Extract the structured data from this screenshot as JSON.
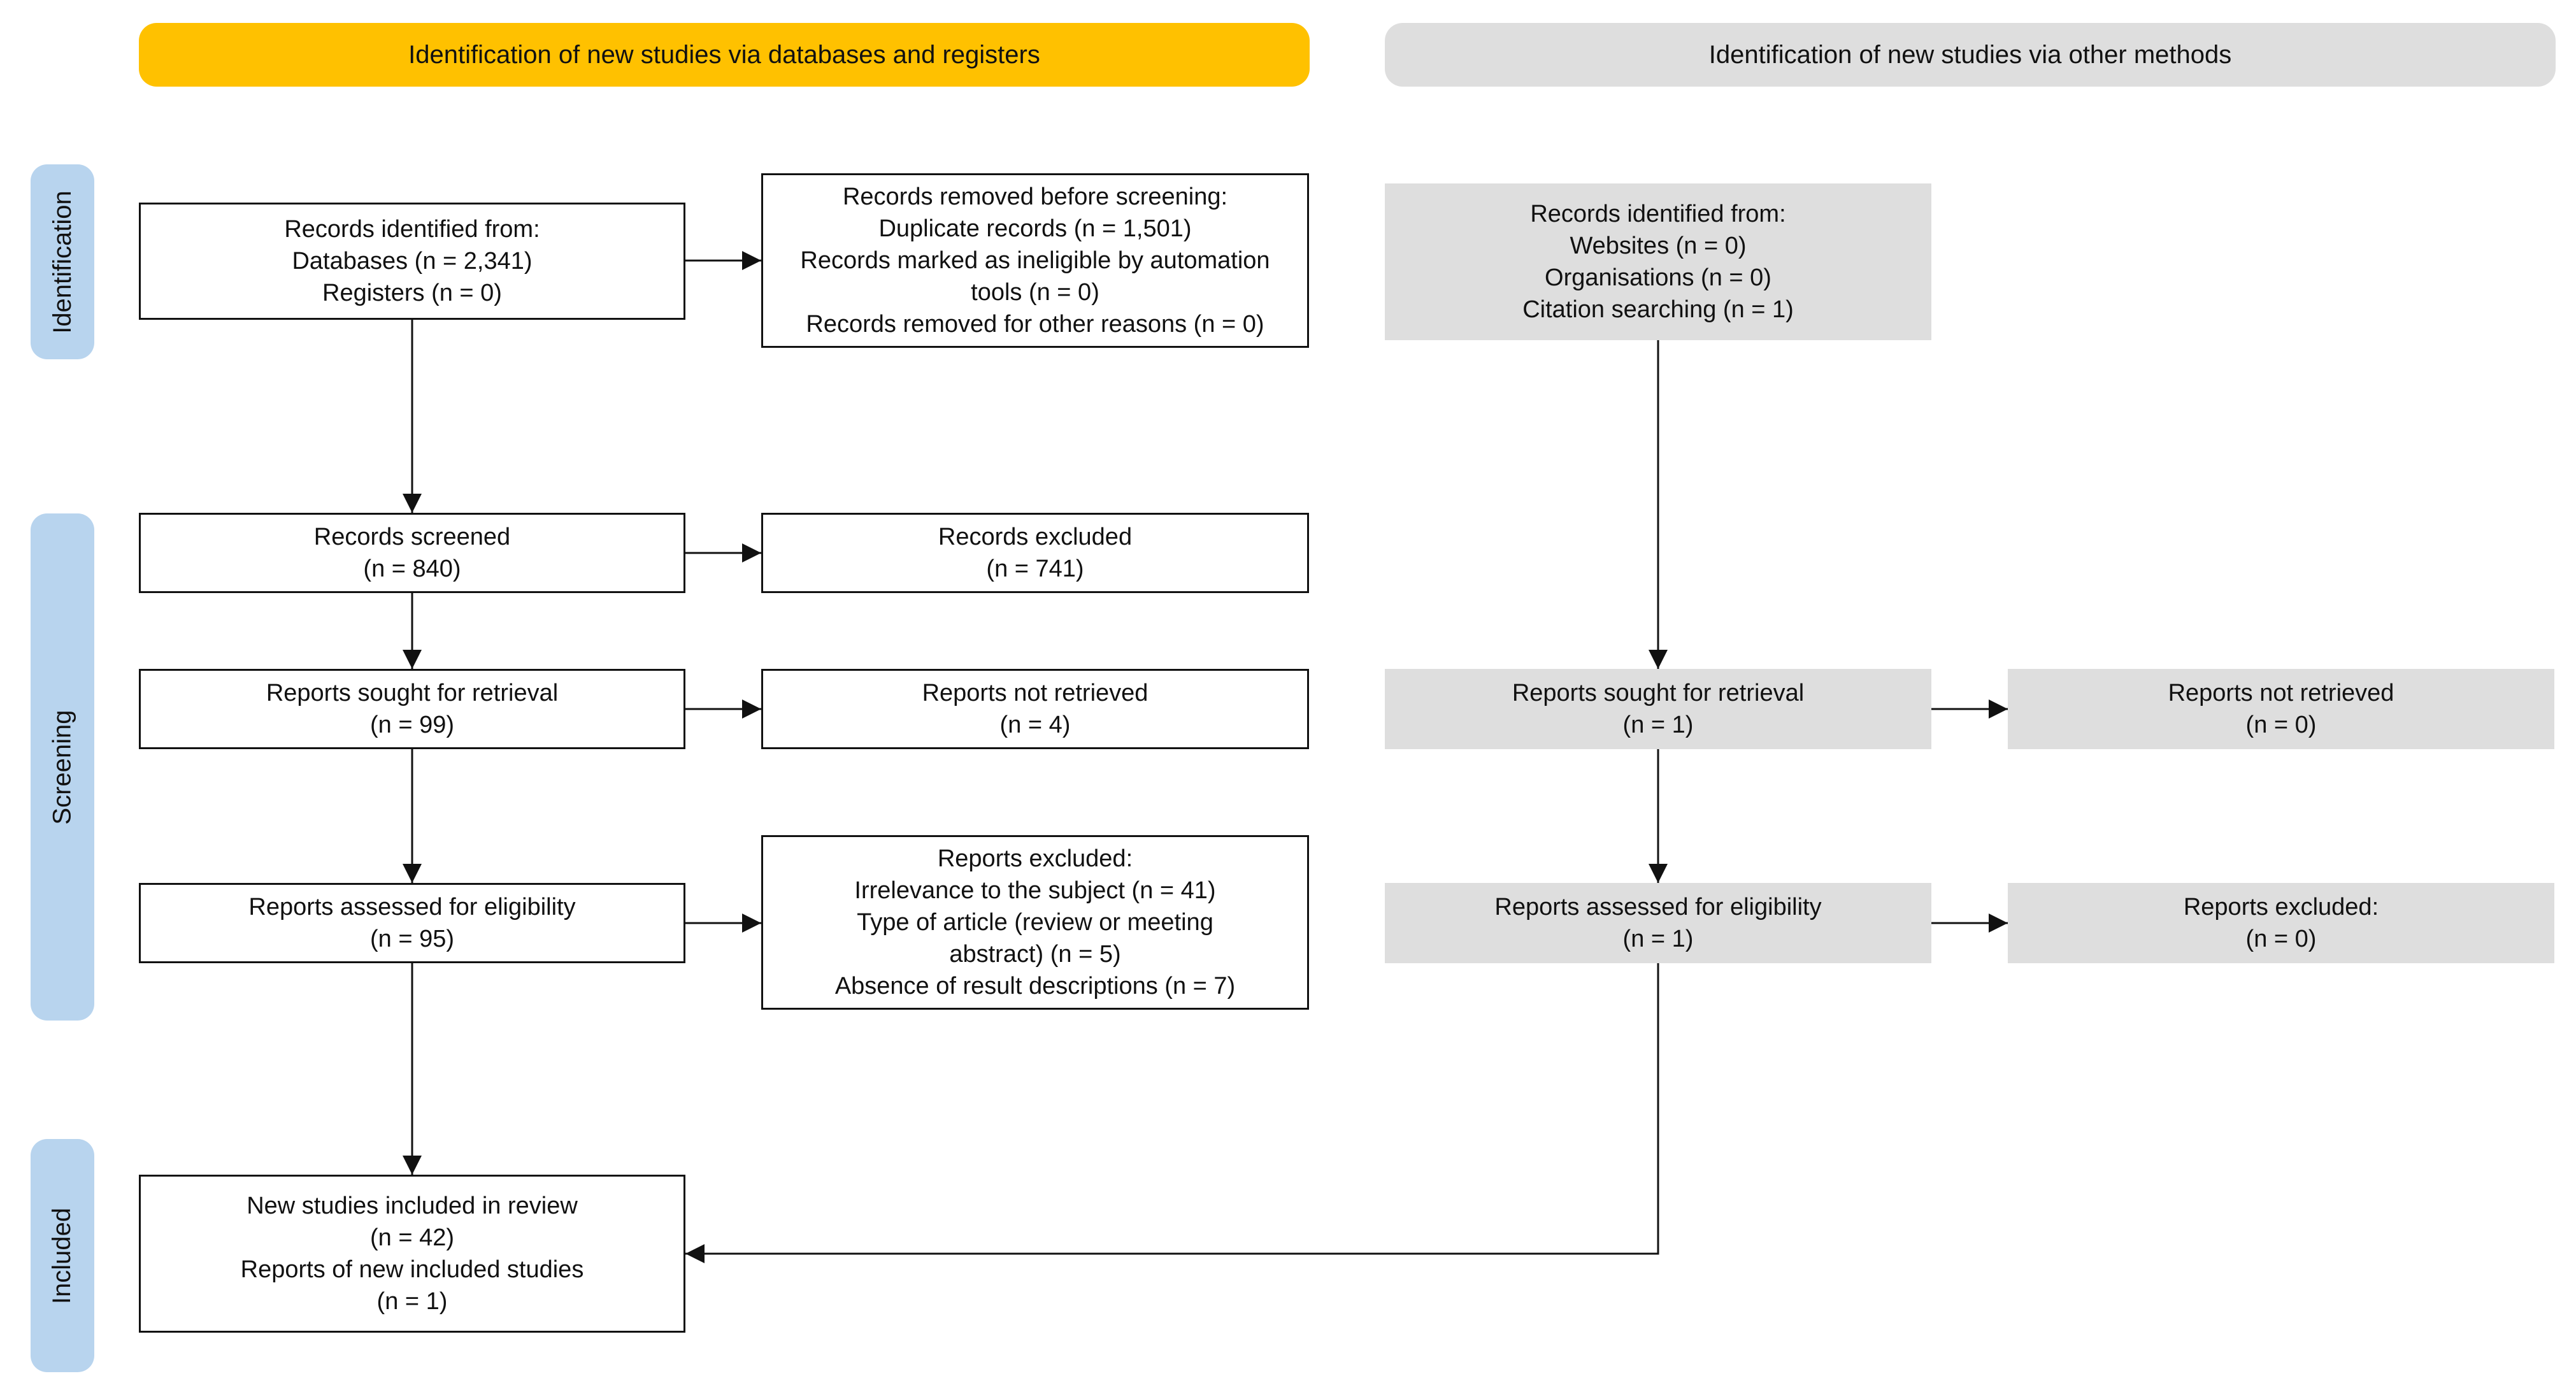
{
  "headers": {
    "databases": "Identification of new studies via databases and registers",
    "other": "Identification of new studies via other methods"
  },
  "phases": {
    "identification": "Identification",
    "screening": "Screening",
    "included": "Included"
  },
  "db": {
    "identified": [
      "Records identified from:",
      "Databases (n = 2,341)",
      "Registers (n = 0)"
    ],
    "removed": [
      "Records removed before screening:",
      "Duplicate records (n = 1,501)",
      "Records marked as ineligible by automation",
      "tools (n = 0)",
      "Records removed for other reasons (n = 0)"
    ],
    "screened": [
      "Records screened",
      "(n = 840)"
    ],
    "excluded": [
      "Records excluded",
      "(n = 741)"
    ],
    "sought": [
      "Reports sought for retrieval",
      "(n = 99)"
    ],
    "not_retrieved": [
      "Reports not retrieved",
      "(n = 4)"
    ],
    "assessed": [
      "Reports assessed for eligibility",
      "(n = 95)"
    ],
    "reports_excluded": [
      "Reports excluded:",
      "Irrelevance to the subject (n = 41)",
      "Type of article (review or meeting",
      "abstract) (n = 5)",
      "Absence of result descriptions (n = 7)"
    ],
    "included": [
      "New studies included in review",
      "(n = 42)",
      "Reports of new included studies",
      "(n = 1)"
    ]
  },
  "other": {
    "identified": [
      "Records identified from:",
      "Websites (n = 0)",
      "Organisations (n = 0)",
      "Citation searching (n = 1)"
    ],
    "sought": [
      "Reports sought for retrieval",
      "(n = 1)"
    ],
    "not_retrieved": [
      "Reports not retrieved",
      "(n = 0)"
    ],
    "assessed": [
      "Reports assessed for eligibility",
      "(n = 1)"
    ],
    "reports_excluded": [
      "Reports excluded:",
      "(n = 0)"
    ]
  },
  "colors": {
    "db_header": "#ffc100",
    "other_header": "#dedede",
    "phase_label": "#b8d4ee",
    "other_box": "#dedede"
  }
}
